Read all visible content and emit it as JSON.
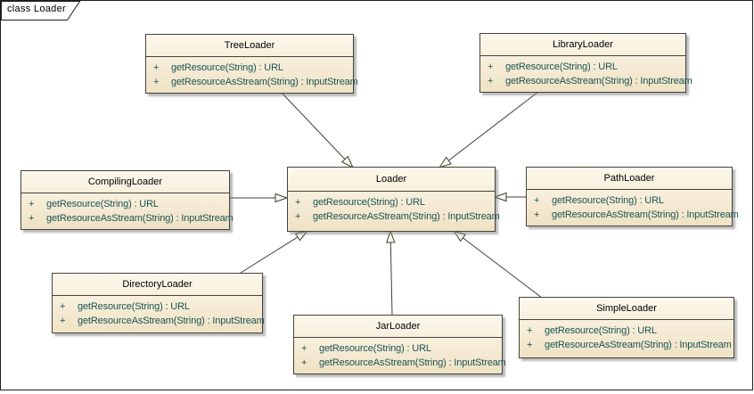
{
  "frame": {
    "label": "class Loader"
  },
  "classes": [
    {
      "id": "tree",
      "name": "TreeLoader",
      "methods": [
        {
          "vis": "+",
          "sig": "getResource(String) : URL"
        },
        {
          "vis": "+",
          "sig": "getResourceAsStream(String) : InputStream"
        }
      ]
    },
    {
      "id": "library",
      "name": "LibraryLoader",
      "methods": [
        {
          "vis": "+",
          "sig": "getResource(String) : URL"
        },
        {
          "vis": "+",
          "sig": "getResourceAsStream(String) : InputStream"
        }
      ]
    },
    {
      "id": "compiling",
      "name": "CompilingLoader",
      "methods": [
        {
          "vis": "+",
          "sig": "getResource(String) : URL"
        },
        {
          "vis": "+",
          "sig": "getResourceAsStream(String) : InputStream"
        }
      ]
    },
    {
      "id": "loader",
      "name": "Loader",
      "methods": [
        {
          "vis": "+",
          "sig": "getResource(String) : URL"
        },
        {
          "vis": "+",
          "sig": "getResourceAsStream(String) : InputStream"
        }
      ]
    },
    {
      "id": "path",
      "name": "PathLoader",
      "methods": [
        {
          "vis": "+",
          "sig": "getResource(String) : URL"
        },
        {
          "vis": "+",
          "sig": "getResourceAsStream(String) : InputStream"
        }
      ]
    },
    {
      "id": "directory",
      "name": "DirectoryLoader",
      "methods": [
        {
          "vis": "+",
          "sig": "getResource(String) : URL"
        },
        {
          "vis": "+",
          "sig": "getResourceAsStream(String) : InputStream"
        }
      ]
    },
    {
      "id": "jar",
      "name": "JarLoader",
      "methods": [
        {
          "vis": "+",
          "sig": "getResource(String) : URL"
        },
        {
          "vis": "+",
          "sig": "getResourceAsStream(String) : InputStream"
        }
      ]
    },
    {
      "id": "simple",
      "name": "SimpleLoader",
      "methods": [
        {
          "vis": "+",
          "sig": "getResource(String) : URL"
        },
        {
          "vis": "+",
          "sig": "getResourceAsStream(String) : InputStream"
        }
      ]
    }
  ],
  "relations": [
    {
      "from": "TreeLoader",
      "to": "Loader",
      "type": "generalization"
    },
    {
      "from": "LibraryLoader",
      "to": "Loader",
      "type": "generalization"
    },
    {
      "from": "CompilingLoader",
      "to": "Loader",
      "type": "generalization"
    },
    {
      "from": "PathLoader",
      "to": "Loader",
      "type": "generalization"
    },
    {
      "from": "DirectoryLoader",
      "to": "Loader",
      "type": "generalization"
    },
    {
      "from": "JarLoader",
      "to": "Loader",
      "type": "generalization"
    },
    {
      "from": "SimpleLoader",
      "to": "Loader",
      "type": "generalization"
    }
  ],
  "colors": {
    "border": "#44443c",
    "line": "#3f3f38",
    "arrow_fill": "#fdf8ec",
    "method_text": "#1a5454",
    "box_fill_top": "#fdf8ec",
    "box_fill_bottom": "#efe2c4"
  }
}
